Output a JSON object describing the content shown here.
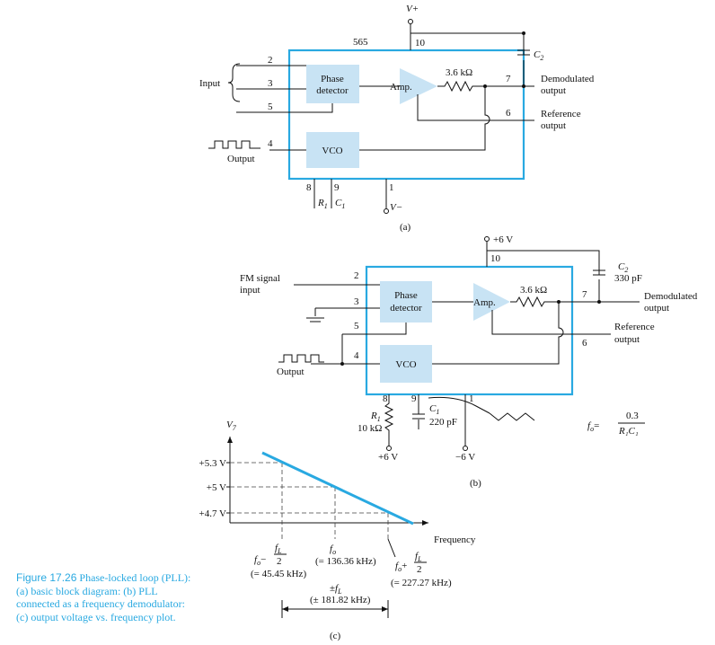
{
  "diagram_a": {
    "chip": "565",
    "vplus": "V+",
    "vminus": "V−",
    "phase_detector": [
      "Phase",
      "detector"
    ],
    "amp": "Amp.",
    "resistor": "3.6 kΩ",
    "vco": "VCO",
    "input": "Input",
    "output": "Output",
    "demod": [
      "Demodulated",
      "output"
    ],
    "reference": [
      "Reference",
      "output"
    ],
    "c2": "C",
    "c2_sub": "2",
    "r1": "R",
    "r1_sub": "1",
    "c1": "C",
    "c1_sub": "1",
    "pins": {
      "p2": "2",
      "p3": "3",
      "p5": "5",
      "p4": "4",
      "p10": "10",
      "p7": "7",
      "p6": "6",
      "p8": "8",
      "p9": "9",
      "p1": "1"
    },
    "label": "(a)"
  },
  "diagram_b": {
    "vplus": "+6 V",
    "fm": [
      "FM signal",
      "input"
    ],
    "phase_detector": [
      "Phase",
      "detector"
    ],
    "amp": "Amp.",
    "resistor": "3.6 kΩ",
    "vco": "VCO",
    "output": "Output",
    "c2": "C",
    "c2_sub": "2",
    "c2_val": "330 pF",
    "demod": [
      "Demodulated",
      "output"
    ],
    "reference": [
      "Reference",
      "output"
    ],
    "r1": "R",
    "r1_sub": "1",
    "r1_val": "10 kΩ",
    "c1": "C",
    "c1_sub": "1",
    "c1_val": "220 pF",
    "plus6": "+6 V",
    "minus6": "−6 V",
    "pins": {
      "p10": "10",
      "p2": "2",
      "p3": "3",
      "p5": "5",
      "p4": "4",
      "p7": "7",
      "p6": "6",
      "p8": "8",
      "p9": "9",
      "p1": "1"
    },
    "formula_lhs": "f",
    "formula_sub": "o",
    "formula_eq": "=",
    "formula_num": "0.3",
    "formula_den": "R₁C₁",
    "label": "(b)"
  },
  "diagram_c": {
    "yaxis": "V",
    "yaxis_sub": "7",
    "xaxis": "Frequency",
    "ylevels": [
      "+5.3 V",
      "+5 V",
      "+4.7 V"
    ],
    "f_low": "f",
    "f_low_sub": "o",
    "f_low_tail": "−",
    "fl_num": "f",
    "fl_num_sub": "L",
    "fl_den": "2",
    "f_low_val": "(= 45.45 kHz)",
    "fo": "f",
    "fo_sub": "o",
    "fo_val": "(= 136.36 kHz)",
    "f_high": "f",
    "f_high_sub": "o",
    "f_high_tail": "+",
    "f_high_val": "(= 227.27 kHz)",
    "span_pm": "±",
    "span_f": "f",
    "span_sub": "L",
    "span_val": "(± 181.82 kHz)",
    "label": "(c)"
  },
  "caption": {
    "figure": "Figure 17.26",
    "text": "Phase-locked loop (PLL): (a) basic block diagram: (b) PLL connected as a frequency demodulator: (c) output voltage vs. frequency plot."
  }
}
